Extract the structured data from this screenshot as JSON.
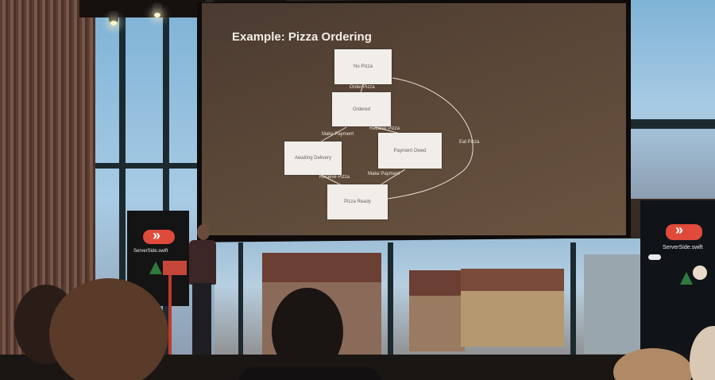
{
  "slide": {
    "title": "Example: Pizza Ordering",
    "states": [
      {
        "id": "no_pizza",
        "label": "No Pizza"
      },
      {
        "id": "ordered",
        "label": "Ordered"
      },
      {
        "id": "awaiting_delivery",
        "label": "Awaiting Delivery"
      },
      {
        "id": "payment_owed",
        "label": "Payment Owed"
      },
      {
        "id": "pizza_ready",
        "label": "Pizza Ready"
      }
    ],
    "transitions": [
      {
        "label": "Order Pizza"
      },
      {
        "label": "Make Payment"
      },
      {
        "label": "Receive Pizza"
      },
      {
        "label": "Receive Pizza"
      },
      {
        "label": "Make Payment"
      },
      {
        "label": "Eat Pizza"
      }
    ]
  },
  "banner_left": {
    "brand": "ServerSide.swift"
  },
  "banner_right": {
    "brand": "ServerSide.swift"
  },
  "colors": {
    "logo": "#e04a3a",
    "slide_bg": "#5c4838",
    "state_fill": "#f1eeea"
  }
}
